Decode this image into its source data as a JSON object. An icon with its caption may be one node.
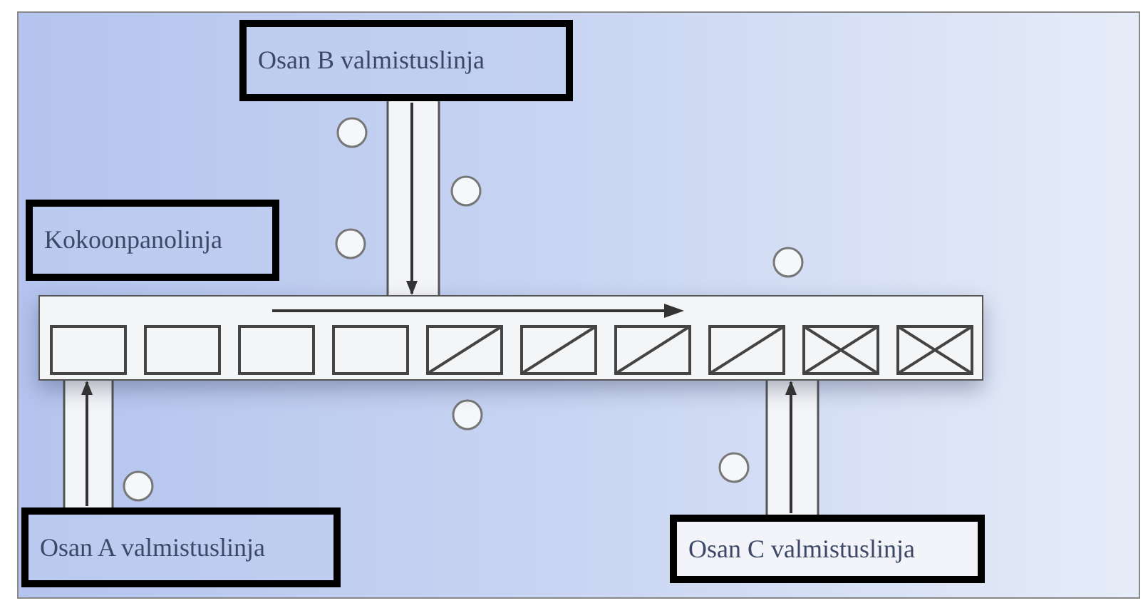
{
  "diagram": {
    "nodes": [
      {
        "text": [
          "Osan B valmistuslinja"
        ]
      },
      {
        "text": [
          "Kokoonpanolinja"
        ]
      },
      {
        "text": [
          "Osan A valmistuslinja"
        ]
      },
      {
        "text": [
          "Osan C valmistuslinja"
        ]
      },
      {
        "text": [],
        "shape": "bar"
      }
    ],
    "edges": [
      {
        "from": 0,
        "to": 4,
        "arrow": "to"
      },
      {
        "from": 2,
        "to": 4,
        "arrow": "to"
      },
      {
        "from": 3,
        "to": 4,
        "arrow": "to"
      }
    ]
  }
}
